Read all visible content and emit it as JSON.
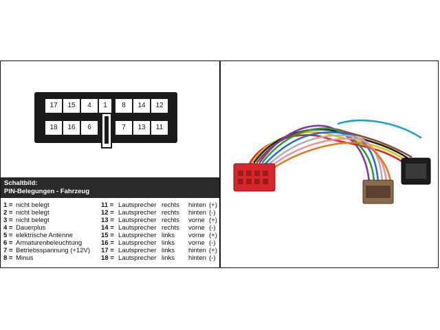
{
  "connector": {
    "top_row": [
      "17",
      "15",
      "4",
      "1",
      "8",
      "14",
      "12"
    ],
    "bottom_row": [
      "18",
      "16",
      "6",
      "7",
      "13",
      "11"
    ]
  },
  "legend": {
    "title": "Schaltbild:",
    "subtitle": "PIN-Belegungen - Fahrzeug"
  },
  "pins_left": [
    {
      "num": "1 =",
      "desc": "nicht belegt"
    },
    {
      "num": "2 =",
      "desc": "nicht belegt"
    },
    {
      "num": "3 =",
      "desc": "nicht belegt"
    },
    {
      "num": "4 =",
      "desc": "Dauerplus"
    },
    {
      "num": "5 =",
      "desc": "elektrische Antenne"
    },
    {
      "num": "6 =",
      "desc": "Armaturenbeleuchtung"
    },
    {
      "num": "7 =",
      "desc": "Betriebsspannung (+12V)"
    },
    {
      "num": "8 =",
      "desc": "Minus"
    }
  ],
  "pins_right": [
    {
      "num": "11 =",
      "type": "Lautsprecher",
      "side": "rechts",
      "pos": "hinten",
      "pol": "(+)"
    },
    {
      "num": "12 =",
      "type": "Lautsprecher",
      "side": "rechts",
      "pos": "hinten",
      "pol": "(-)"
    },
    {
      "num": "13 =",
      "type": "Lautsprecher",
      "side": "rechts",
      "pos": "vorne",
      "pol": "(+)"
    },
    {
      "num": "14 =",
      "type": "Lautsprecher",
      "side": "rechts",
      "pos": "vorne",
      "pol": "(-)"
    },
    {
      "num": "15 =",
      "type": "Lautsprecher",
      "side": "links",
      "pos": "vorne",
      "pol": "(+)"
    },
    {
      "num": "16 =",
      "type": "Lautsprecher",
      "side": "links",
      "pos": "vorne",
      "pol": "(-)"
    },
    {
      "num": "17 =",
      "type": "Lautsprecher",
      "side": "links",
      "pos": "hinten",
      "pol": "(+)"
    },
    {
      "num": "18 =",
      "type": "Lautsprecher",
      "side": "links",
      "pos": "hinten",
      "pol": "(-)"
    }
  ],
  "colors": {
    "connector": "#1a1a1a",
    "legend_bar": "#2a2a2a",
    "red_plug": "#d8262e",
    "black_plug": "#1c1c1c",
    "brown_plug": "#8a6a4a"
  }
}
